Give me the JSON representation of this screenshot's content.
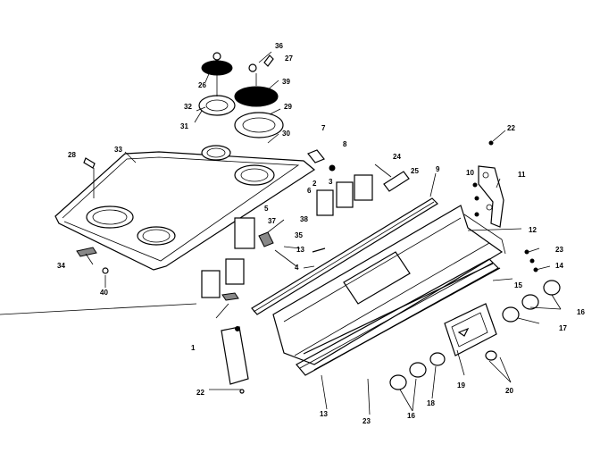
{
  "diagram": {
    "background": "#ffffff",
    "ink": "#000000",
    "callouts": [
      "26",
      "36",
      "27",
      "32",
      "39",
      "31",
      "29",
      "28",
      "33",
      "30",
      "7",
      "8",
      "24",
      "25",
      "9",
      "22",
      "10",
      "11",
      "2",
      "3",
      "6",
      "5",
      "38",
      "37",
      "35",
      "12",
      "13",
      "23",
      "14",
      "34",
      "40",
      "4",
      "15",
      "16",
      "17",
      "1",
      "22",
      "19",
      "18",
      "16",
      "20",
      "13",
      "23"
    ]
  }
}
